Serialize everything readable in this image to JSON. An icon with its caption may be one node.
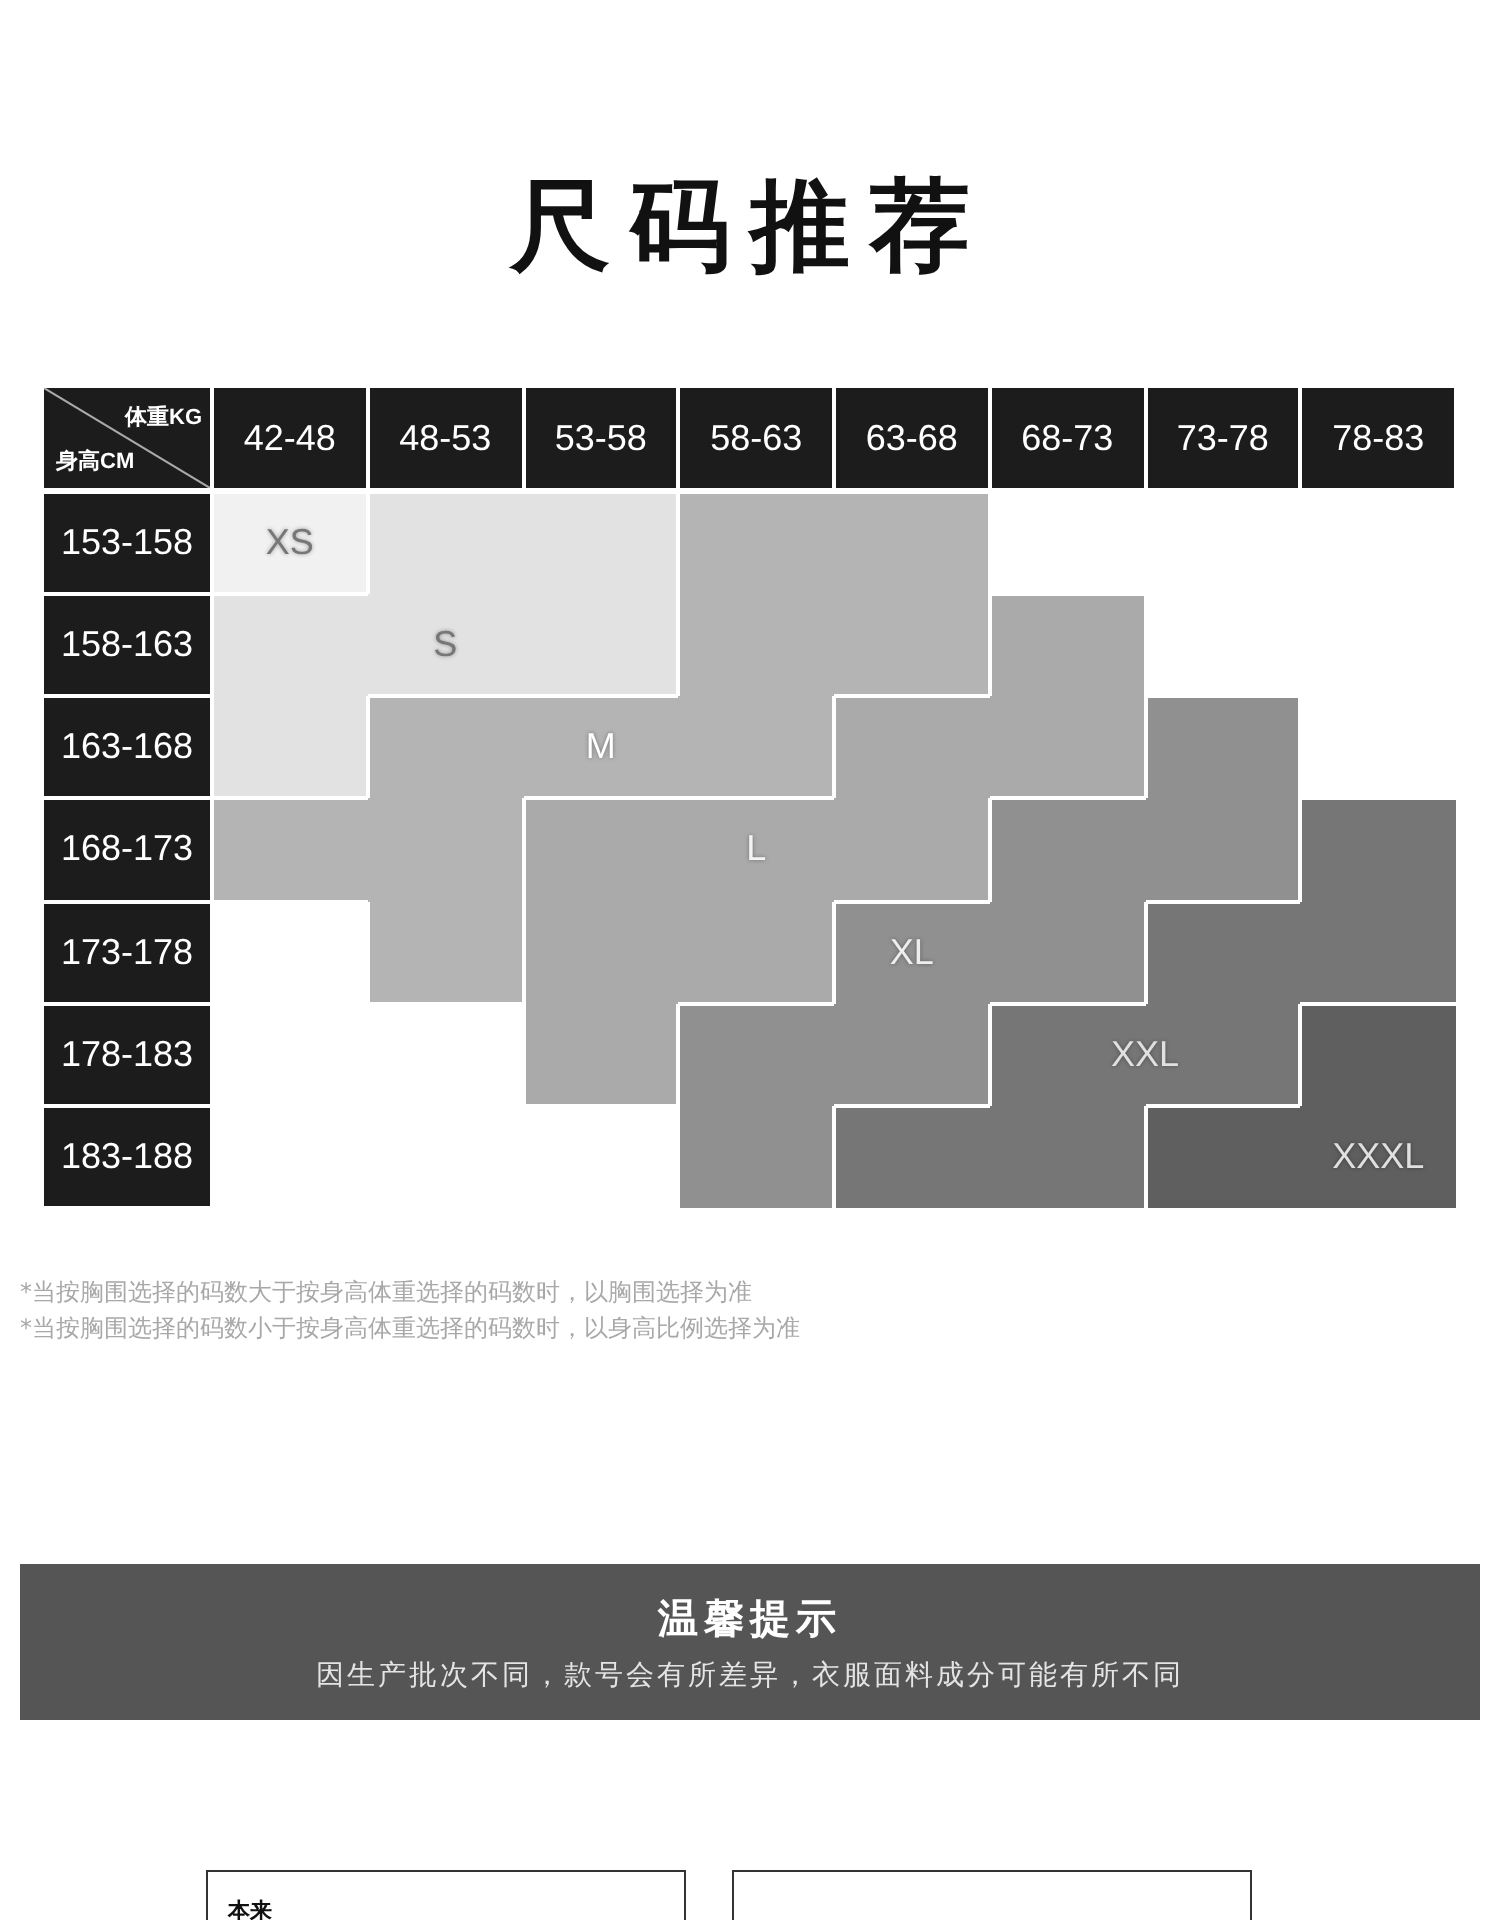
{
  "diagram": {
    "title": "尺码推荐",
    "nodes": [
      {
        "text": [
          "温馨提示",
          "因生产批次不同，款号会有所差异，衣服面料成分可能有所不同"
        ]
      },
      {
        "text": [
          "本来"
        ]
      },
      {
        "text": [],
        "shape": "box"
      }
    ],
    "labels": [
      "体重KG",
      "身高CM",
      "42-48",
      "48-53",
      "53-58",
      "58-63",
      "63-68",
      "68-73",
      "73-78",
      "78-83",
      "153-158",
      "XS",
      "158-163",
      "S",
      "163-168",
      "M",
      "168-173",
      "L",
      "173-178",
      "XL",
      "178-183",
      "XXL",
      "183-188",
      "XXXL",
      "*当按胸围选择的码数大于按身高体重选择的码数时，以胸围选择为准",
      "*当按胸围选择的码数小于按身高体重选择的码数时，以身高比例选择为准"
    ]
  }
}
